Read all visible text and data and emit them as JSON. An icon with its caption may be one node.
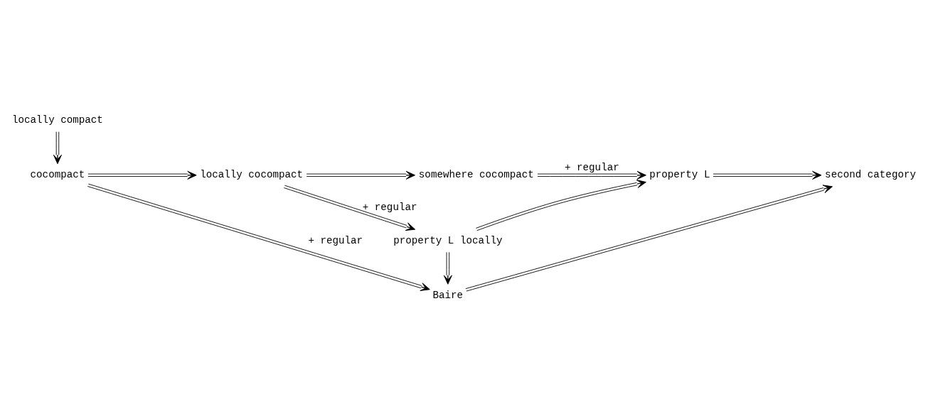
{
  "diagram": {
    "nodes": [
      {
        "text": [
          "locally compact"
        ]
      },
      {
        "text": [
          "cocompact"
        ]
      },
      {
        "text": [
          "locally cocompact"
        ]
      },
      {
        "text": [
          "somewhere cocompact"
        ]
      },
      {
        "text": [
          "property L"
        ]
      },
      {
        "text": [
          "second category"
        ]
      },
      {
        "text": [
          "property L locally"
        ]
      },
      {
        "text": [
          "Baire"
        ]
      }
    ],
    "edges": [
      {
        "from": 0,
        "to": 1,
        "arrow": "to"
      },
      {
        "from": 1,
        "to": 2,
        "arrow": "to"
      },
      {
        "from": 2,
        "to": 3,
        "arrow": "to"
      },
      {
        "from": 3,
        "to": 4,
        "arrow": "to",
        "label": "+ regular"
      },
      {
        "from": 4,
        "to": 5,
        "arrow": "to"
      },
      {
        "from": 2,
        "to": 6,
        "arrow": "to",
        "label": "+ regular"
      },
      {
        "from": 1,
        "to": 7,
        "arrow": "to",
        "label": "+ regular"
      },
      {
        "from": 6,
        "to": 4,
        "arrow": "to"
      },
      {
        "from": 6,
        "to": 7,
        "arrow": "to"
      },
      {
        "from": 7,
        "to": 5,
        "arrow": "to"
      }
    ]
  }
}
